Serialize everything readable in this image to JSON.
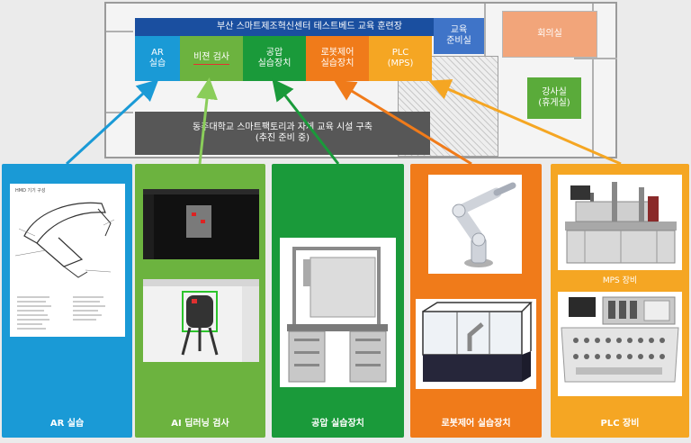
{
  "floorplan": {
    "title": "부산 스마트제조혁신센터 테스트베드 교육 훈련장",
    "zones": {
      "ar": "AR\n실습",
      "vision": "비젼 검사",
      "pneumatic": "공압\n실습장치",
      "robot": "로봇제어\n실습장치",
      "plc": "PLC\n(MPS)",
      "edu_prep": "교육\n준비실",
      "meeting": "회의실",
      "lounge": "강사실\n(휴게실)",
      "future": "동주대학교 스마트팩토리과 자체 교육 시설 구축\n(추진 준비 중)"
    }
  },
  "panels": {
    "ar": {
      "label": "AR 실습",
      "doc_title": "HMD 기기 구성"
    },
    "ai": {
      "label": "AI 딥러닝 검사"
    },
    "pneumatic": {
      "label": "공압 실습장치"
    },
    "robot": {
      "label": "로봇제어 실습장치"
    },
    "plc": {
      "label": "PLC 장비",
      "mps_label": "MPS 장비"
    }
  },
  "colors": {
    "ar": "#1a9ad6",
    "vision": "#6cb33f",
    "pneumatic": "#1a9a3a",
    "robot": "#f07b1a",
    "plc": "#f5a623",
    "title": "#1a4fa0",
    "meeting": "#f2a57a",
    "lounge": "#5aab3a",
    "future": "#575757"
  }
}
